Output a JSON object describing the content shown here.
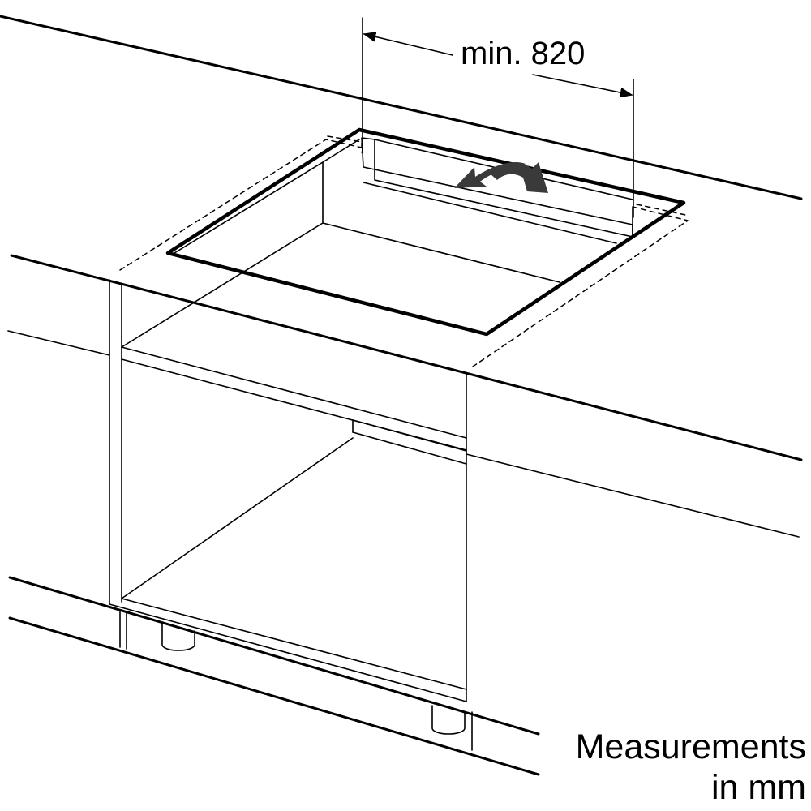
{
  "dimension": {
    "label": "min. 820"
  },
  "units_note": {
    "line1": "Measurements",
    "line2": "in mm"
  },
  "colors": {
    "line": "#000000",
    "fill_arrow": "#404040",
    "background": "#ffffff"
  },
  "icons": {
    "rotate_arrow": "curved-double-arrow-icon"
  }
}
